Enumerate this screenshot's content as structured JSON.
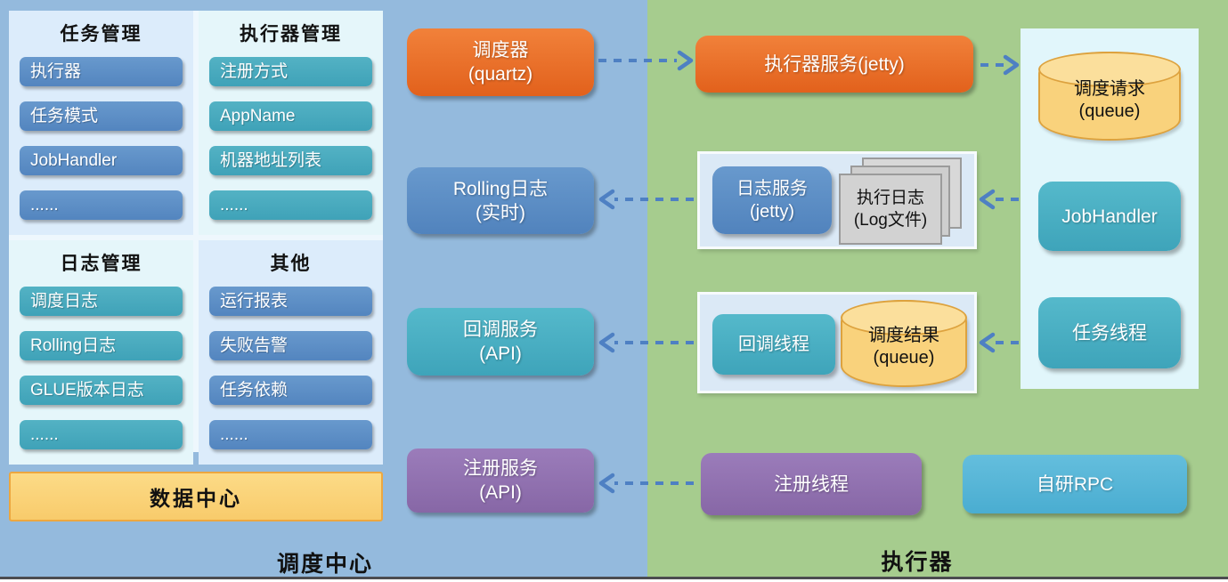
{
  "regions": {
    "scheduler_label": "调度中心",
    "executor_label": "执行器"
  },
  "colors": {
    "scheduler_bg": "#94badd",
    "executor_bg": "#a6cc8e",
    "orange": "#ec6f26",
    "blue": "#5b8fc7",
    "teal": "#47b0c3",
    "purple": "#9071b2",
    "cyan": "#58b6d8",
    "queue_yellow": "#f9d27c",
    "arrow": "#4e80c3"
  },
  "admin_panel": {
    "quadrants": [
      {
        "title": "任务管理",
        "style": "blue",
        "items": [
          "执行器",
          "任务模式",
          "JobHandler",
          "......"
        ]
      },
      {
        "title": "执行器管理",
        "style": "teal",
        "items": [
          "注册方式",
          "AppName",
          "机器地址列表",
          "......"
        ]
      },
      {
        "title": "日志管理",
        "style": "teal",
        "items": [
          "调度日志",
          "Rolling日志",
          "GLUE版本日志",
          "......"
        ]
      },
      {
        "title": "其他",
        "style": "blue",
        "items": [
          "运行报表",
          "失败告警",
          "任务依赖",
          "......"
        ]
      }
    ]
  },
  "data_center": {
    "label": "数据中心"
  },
  "scheduler_column": {
    "scheduler": {
      "line1": "调度器",
      "line2": "(quartz)"
    },
    "rolling_log": {
      "line1": "Rolling日志",
      "line2": "(实时)"
    },
    "callback_service": {
      "line1": "回调服务",
      "line2": "(API)"
    },
    "registry_service": {
      "line1": "注册服务",
      "line2": "(API)"
    }
  },
  "executor_region": {
    "executor_service": {
      "label": "执行器服务(jetty)"
    },
    "log_panel": {
      "log_service": {
        "line1": "日志服务",
        "line2": "(jetty)"
      },
      "log_files": {
        "line1": "执行日志",
        "line2": "(Log文件)"
      }
    },
    "callback_panel": {
      "callback_thread": {
        "label": "回调线程"
      },
      "result_queue": {
        "line1": "调度结果",
        "line2": "(queue)"
      }
    },
    "registry_thread": {
      "label": "注册线程"
    },
    "rpc": {
      "label": "自研RPC"
    },
    "runtime_panel": {
      "request_queue": {
        "line1": "调度请求",
        "line2": "(queue)"
      },
      "job_handler": {
        "label": "JobHandler"
      },
      "task_thread": {
        "label": "任务线程"
      }
    }
  }
}
